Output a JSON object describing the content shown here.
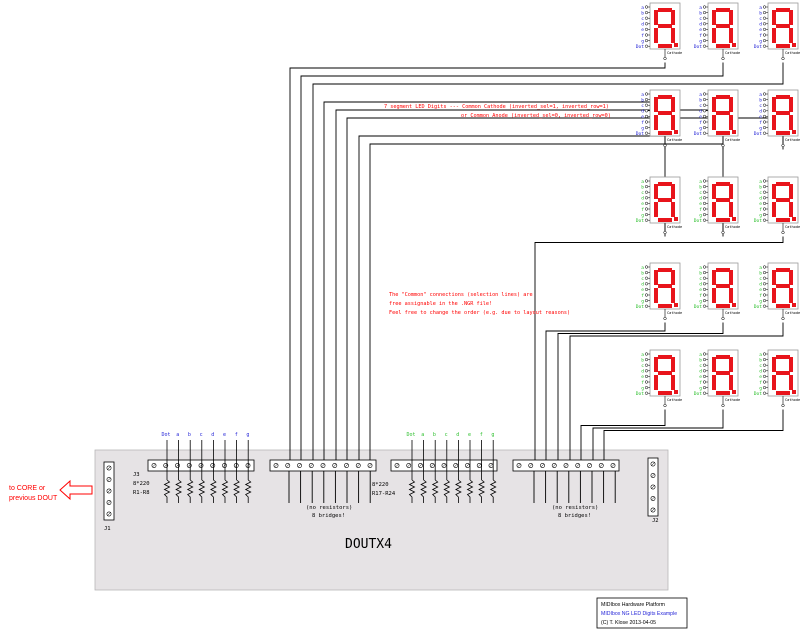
{
  "colors": {
    "segment_on": "#e8141b",
    "segment_off": "#f7d2d2",
    "board_fill": "#e6e3e5",
    "wire": "#000000",
    "note_red": "#ff0000",
    "label_blue": "#1f1fd6",
    "label_green": "#2bbf2b"
  },
  "annotation": {
    "common_line1": "7 segment LED Digits --- Common Cathode (inverted_sel=1, inverted_row=1)",
    "common_line2": "or Common Anode (inverted_sel=0, inverted_row=0)",
    "assign_line1": "The \"Common\" connections (selection lines) are",
    "assign_line2": "free assignable in the .NGR file!",
    "assign_line3": "Feel free to change the order (e.g. due to layout reasons)"
  },
  "board": {
    "title": "DOUTX4",
    "j1_label": "J1",
    "j2_label": "J2",
    "j3_label": "J3",
    "r1_label": "8*220",
    "r1_range": "R1-R8",
    "r2_label": "8*220",
    "r2_range": "R17-R24",
    "bridge1_line1": "(no resistors)",
    "bridge1_line2": "8 bridges!",
    "bridge2_line1": "(no resistors)",
    "bridge2_line2": "8 bridges!"
  },
  "core_arrow": {
    "line1": "to CORE or",
    "line2": "previous DOUT"
  },
  "segment_pins_top": [
    "Dot",
    "a",
    "b",
    "c",
    "d",
    "e",
    "f",
    "g"
  ],
  "segment_pins_side": [
    "a",
    "b",
    "c",
    "d",
    "e",
    "f",
    "g",
    "Dot"
  ],
  "cathode_label": "Cathode",
  "display_rows": [
    {
      "label_color": "blue"
    },
    {
      "label_color": "blue"
    },
    {
      "label_color": "green"
    },
    {
      "label_color": "green"
    },
    {
      "label_color": "green"
    }
  ],
  "credits": {
    "line1": "MIDIbox Hardware Platform",
    "line2": "MIDIbox NG LED Digits Example",
    "line3": "(C) T. Klose 2013-04-05"
  }
}
